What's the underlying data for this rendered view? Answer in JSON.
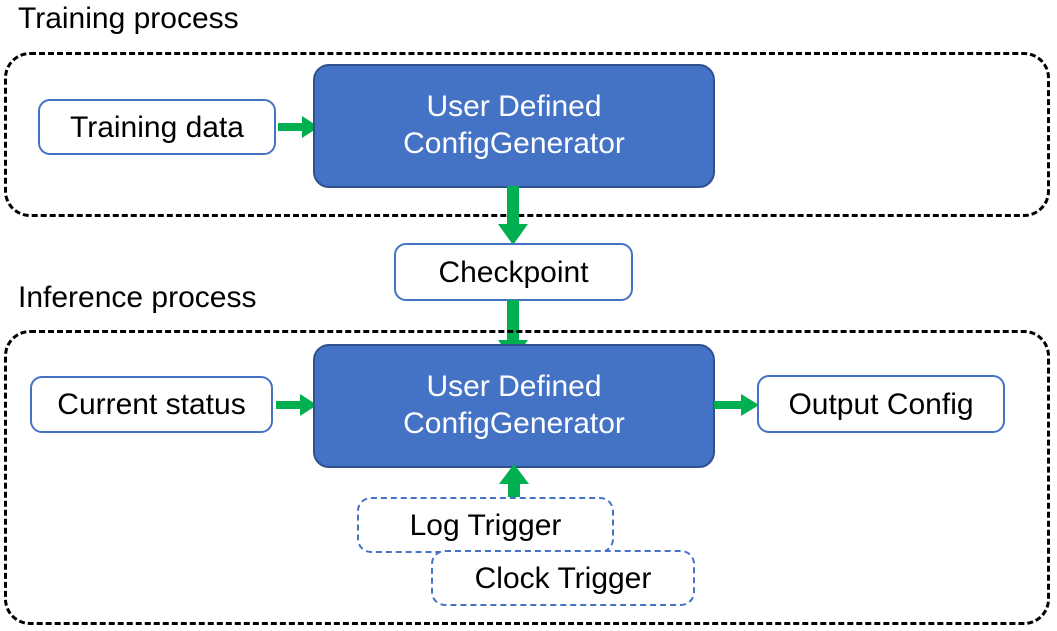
{
  "diagram": {
    "title_training": "Training process",
    "title_inference": "Inference process",
    "colors": {
      "process_fill": "#4472C4",
      "process_stroke": "#2F528F",
      "node_stroke": "#4472C4",
      "arrow": "#00B050",
      "group_stroke": "#000000",
      "text_dark": "#000000",
      "text_light": "#FFFFFF",
      "background": "#FFFFFF"
    },
    "training": {
      "group_label": "Training process",
      "input_node": "Training data",
      "process_node_line1": "User Defined",
      "process_node_line2": "ConfigGenerator"
    },
    "checkpoint": {
      "label": "Checkpoint"
    },
    "inference": {
      "group_label": "Inference process",
      "input_node": "Current status",
      "process_node_line1": "User Defined",
      "process_node_line2": "ConfigGenerator",
      "output_node": "Output Config",
      "trigger_log": "Log Trigger",
      "trigger_clock": "Clock Trigger"
    },
    "arrows": [
      {
        "name": "training-data-to-process",
        "direction": "right"
      },
      {
        "name": "training-process-to-checkpoint",
        "direction": "down"
      },
      {
        "name": "checkpoint-to-inference-process",
        "direction": "down"
      },
      {
        "name": "current-status-to-process",
        "direction": "right"
      },
      {
        "name": "process-to-output-config",
        "direction": "right"
      },
      {
        "name": "triggers-to-process",
        "direction": "up"
      }
    ]
  }
}
